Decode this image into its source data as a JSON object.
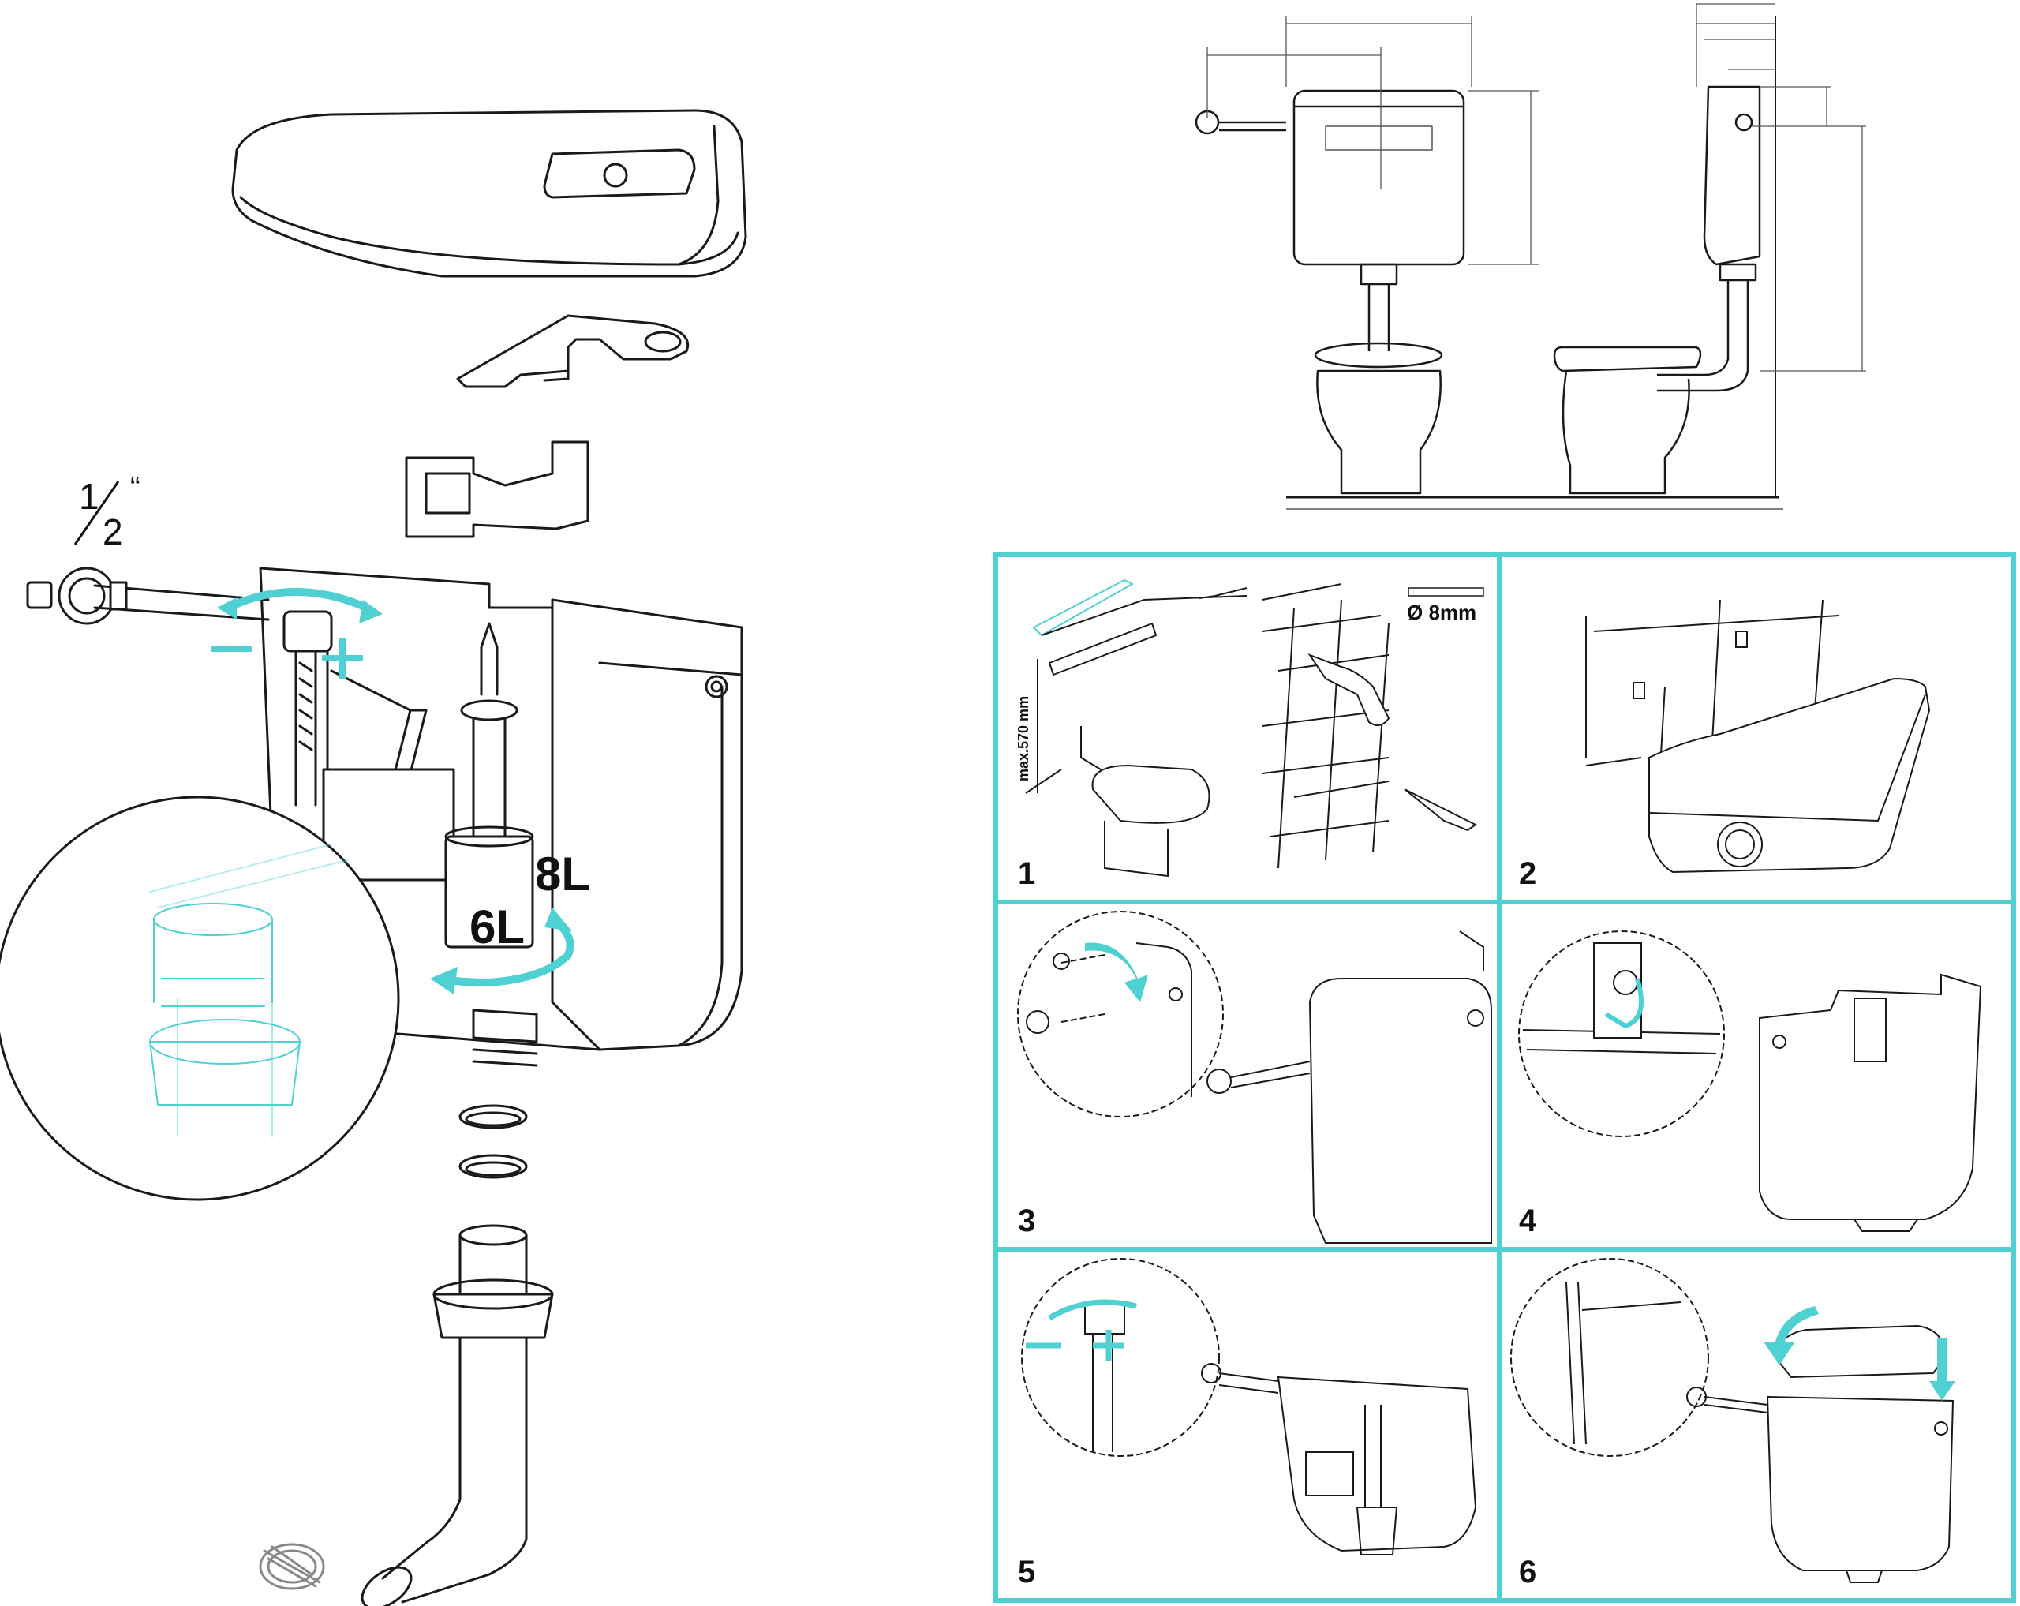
{
  "exploded_view": {
    "thread_size_whole": "1",
    "thread_size_denominator": "2",
    "thread_size_quote": "“",
    "volume_large": "8L",
    "volume_small": "6L",
    "minus_sign": "–",
    "plus_sign": "+"
  },
  "installation_steps": {
    "step1": {
      "number": "1",
      "height_limit": "max.570 mm",
      "drill_diameter": "Ø 8mm"
    },
    "step2": {
      "number": "2"
    },
    "step3": {
      "number": "3"
    },
    "step4": {
      "number": "4"
    },
    "step5": {
      "number": "5"
    },
    "step6": {
      "number": "6"
    }
  },
  "colors": {
    "accent": "#4fd1d3",
    "line": "#1a1a1a",
    "dimension_line": "#555555"
  },
  "icons": [
    "cistern-lid-icon",
    "flush-valve-icon",
    "fill-valve-icon",
    "toilet-bowl-icon",
    "drill-icon",
    "screwdriver-icon",
    "rotate-arrow-icon"
  ]
}
